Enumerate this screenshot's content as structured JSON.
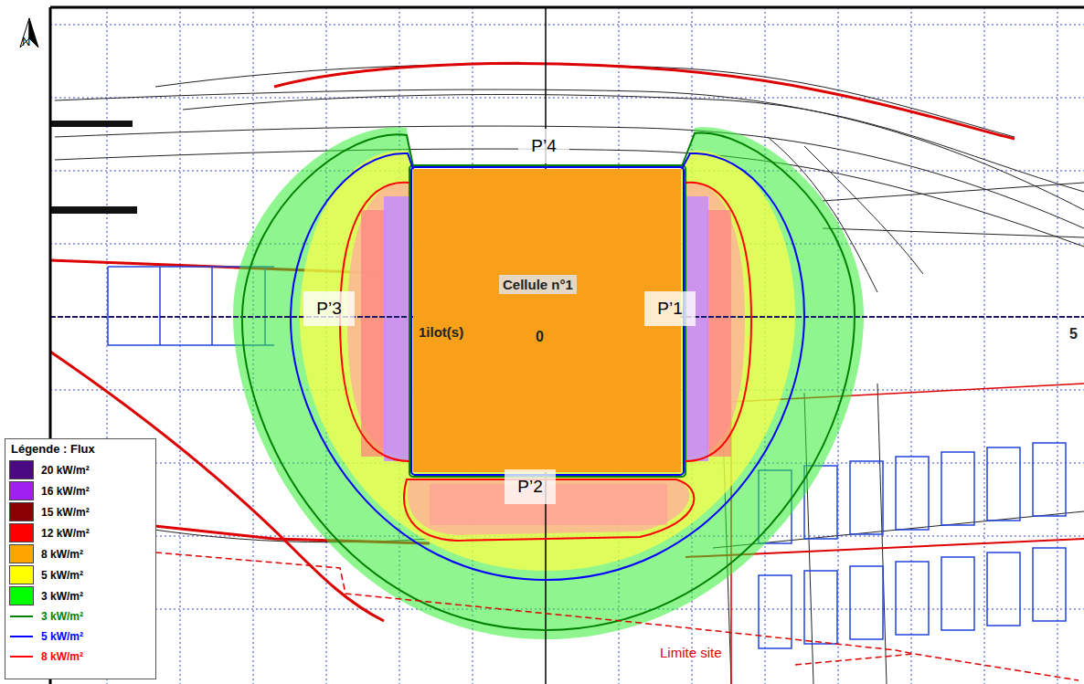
{
  "diagram": {
    "nodes": [
      {
        "text": [
          "P’4"
        ]
      },
      {
        "text": [
          "Cellule n°1",
          "1ilot(s)"
        ]
      },
      {
        "text": [
          "P’3"
        ]
      },
      {
        "text": [
          "P’1"
        ]
      },
      {
        "text": [
          "P’2"
        ]
      }
    ],
    "labels": [
      "N",
      "0",
      "5",
      "Limite site",
      "Légende : Flux"
    ],
    "legend": [
      {
        "text": "20 kW/m²",
        "color": "#4b0a82"
      },
      {
        "text": "16 kW/m²",
        "color": "#a020f0"
      },
      {
        "text": "15 kW/m²",
        "color": "#8b0000"
      },
      {
        "text": "12 kW/m²",
        "color": "#ff0000"
      },
      {
        "text": "8 kW/m²",
        "color": "#ffa500"
      },
      {
        "text": "5 kW/m²",
        "color": "#ffff00"
      },
      {
        "text": "3 kW/m²",
        "color": "#00ff00"
      },
      {
        "text": "3 kW/m²"
      },
      {
        "text": "5 kW/m²"
      },
      {
        "text": "8 kW/m²"
      }
    ]
  }
}
